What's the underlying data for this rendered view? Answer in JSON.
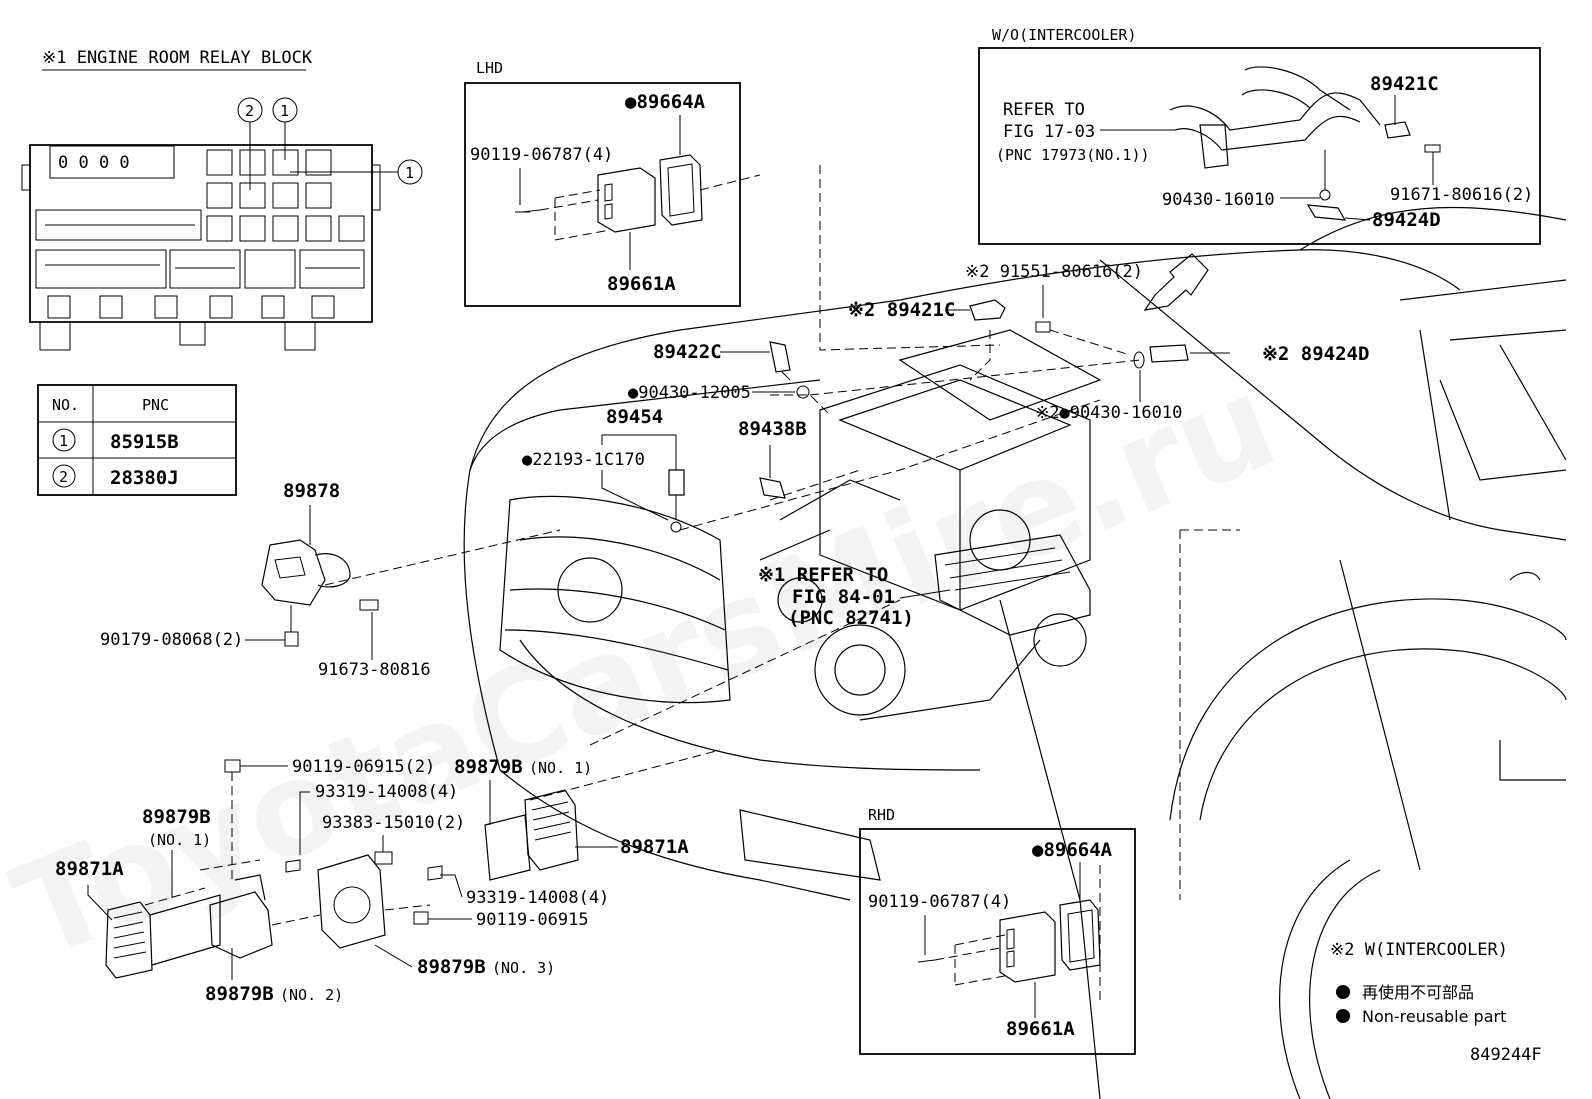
{
  "relay_block": {
    "title": "※1 ENGINE ROOM RELAY BLOCK",
    "callout_1": "1",
    "callout_2": "2",
    "display_text": "0 0 0 0"
  },
  "pnc_table": {
    "col_no": "NO.",
    "col_pnc": "PNC",
    "rows": [
      {
        "no": "1",
        "pnc": "85915B"
      },
      {
        "no": "2",
        "pnc": "28380J"
      }
    ]
  },
  "lhd": {
    "label": "LHD",
    "p1": "●89664A",
    "p2": "90119-06787(4)",
    "p3": "89661A"
  },
  "rhd": {
    "label": "RHD",
    "p1": "●89664A",
    "p2": "90119-06787(4)",
    "p3": "89661A"
  },
  "intercooler": {
    "label": "W/O(INTERCOOLER)",
    "refer1": "REFER TO",
    "refer2": "FIG 17-03",
    "refer3": "(PNC 17973(NO.1))",
    "p1": "89421C",
    "p2": "91671-80616(2)",
    "p3": "90430-16010",
    "p4": "89424D"
  },
  "parts": {
    "p91551": "※2 91551-80616(2)",
    "p89421c": "※2 89421C",
    "p89422c": "89422C",
    "p89424d": "※2 89424D",
    "p90430_12005": "●90430-12005",
    "p89454": "89454",
    "p90430_16010": "※2●90430-16010",
    "p89438b": "89438B",
    "p22193": "●22193-1C170",
    "p89878": "89878",
    "p90179": "90179-08068(2)",
    "p91673": "91673-80816",
    "refer_a": "※1 REFER TO",
    "refer_b": "FIG 84-01",
    "refer_c": "(PNC 82741)",
    "p90119_06915_2": "90119-06915(2)",
    "p89879b_top": "89879B",
    "p89879b_top_sub": "(NO. 1)",
    "p93319_a": "93319-14008(4)",
    "p89879b_left": "89879B",
    "p89879b_left_sub": "(NO. 1)",
    "p93383": "93383-15010(2)",
    "p89871a_left": "89871A",
    "p89871a_right": "89871A",
    "p93319_b": "93319-14008(4)",
    "p90119_06915": "90119-06915",
    "p89879b_no3": "89879B",
    "p89879b_no3_sub": "(NO. 3)",
    "p89879b_no2": "89879B",
    "p89879b_no2_sub": "(NO. 2)"
  },
  "legend": {
    "note": "※2  W(INTERCOOLER)",
    "jp": "再使用不可部品",
    "en": "Non-reusable part"
  },
  "figure_id": "849244F",
  "watermark": "ToyotaCarsMire.ru"
}
